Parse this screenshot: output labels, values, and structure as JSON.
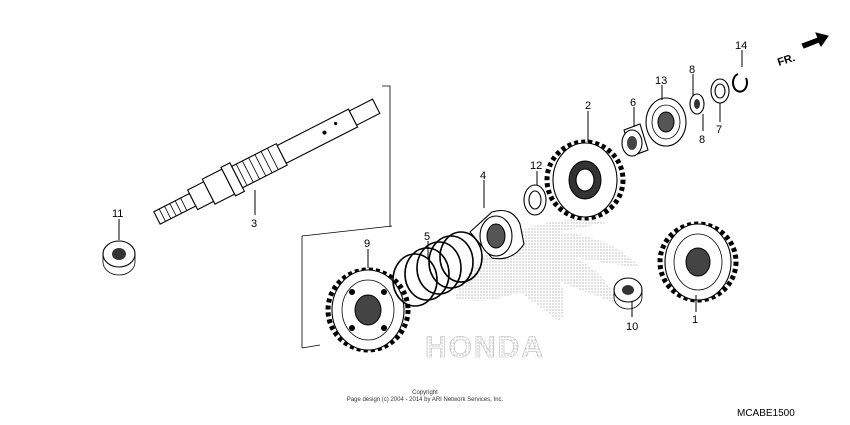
{
  "callouts": [
    {
      "id": "1",
      "part": "gear"
    },
    {
      "id": "2",
      "part": "gear"
    },
    {
      "id": "3",
      "part": "shaft"
    },
    {
      "id": "4",
      "part": "collar"
    },
    {
      "id": "5",
      "part": "spring"
    },
    {
      "id": "6",
      "part": "collar"
    },
    {
      "id": "7",
      "part": "ring"
    },
    {
      "id": "8",
      "part": "half-washer"
    },
    {
      "id": "8b",
      "part": "half-washer"
    },
    {
      "id": "9",
      "part": "gear"
    },
    {
      "id": "10",
      "part": "nut"
    },
    {
      "id": "11",
      "part": "nut"
    },
    {
      "id": "12",
      "part": "washer"
    },
    {
      "id": "13",
      "part": "bearing"
    },
    {
      "id": "14",
      "part": "snap-ring"
    }
  ],
  "labels": {
    "c1": "1",
    "c2": "2",
    "c3": "3",
    "c4": "4",
    "c5": "5",
    "c6": "6",
    "c7": "7",
    "c8a": "8",
    "c8b": "8",
    "c9": "9",
    "c10": "10",
    "c11": "11",
    "c12": "12",
    "c13": "13",
    "c14": "14"
  },
  "direction_label": "FR.",
  "watermark_text": "HONDA",
  "copyright_line1": "Copyright",
  "copyright_line2": "Page design (c) 2004 - 2014 by ARI Network Services, Inc.",
  "diagram_code": "MCABE1500",
  "colors": {
    "ink": "#000000",
    "background": "#ffffff",
    "watermark": "#b0b0b0"
  }
}
